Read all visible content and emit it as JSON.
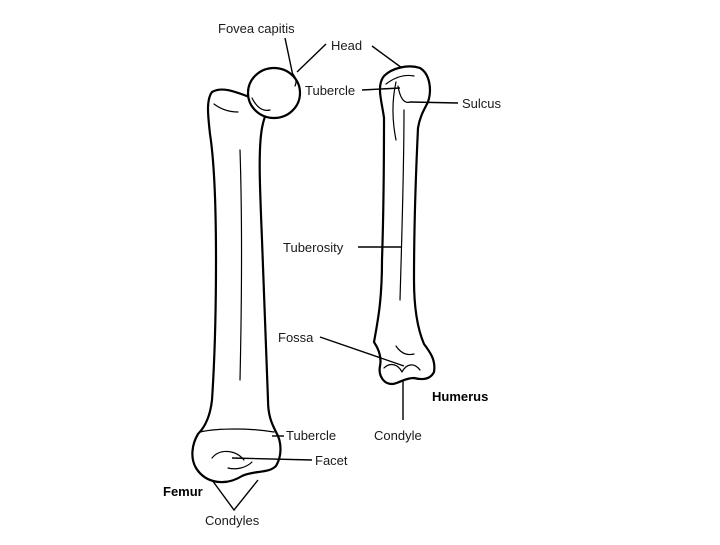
{
  "bones": {
    "femur": {
      "name": "Femur",
      "labels": {
        "fovea_capitis": "Fovea capitis",
        "head": "Head",
        "tubercle": "Tubercle",
        "facet": "Facet",
        "condyles": "Condyles"
      }
    },
    "humerus": {
      "name": "Humerus",
      "labels": {
        "tubercle": "Tubercle",
        "sulcus": "Sulcus",
        "tuberosity": "Tuberosity",
        "fossa": "Fossa",
        "condyle": "Condyle"
      }
    }
  }
}
